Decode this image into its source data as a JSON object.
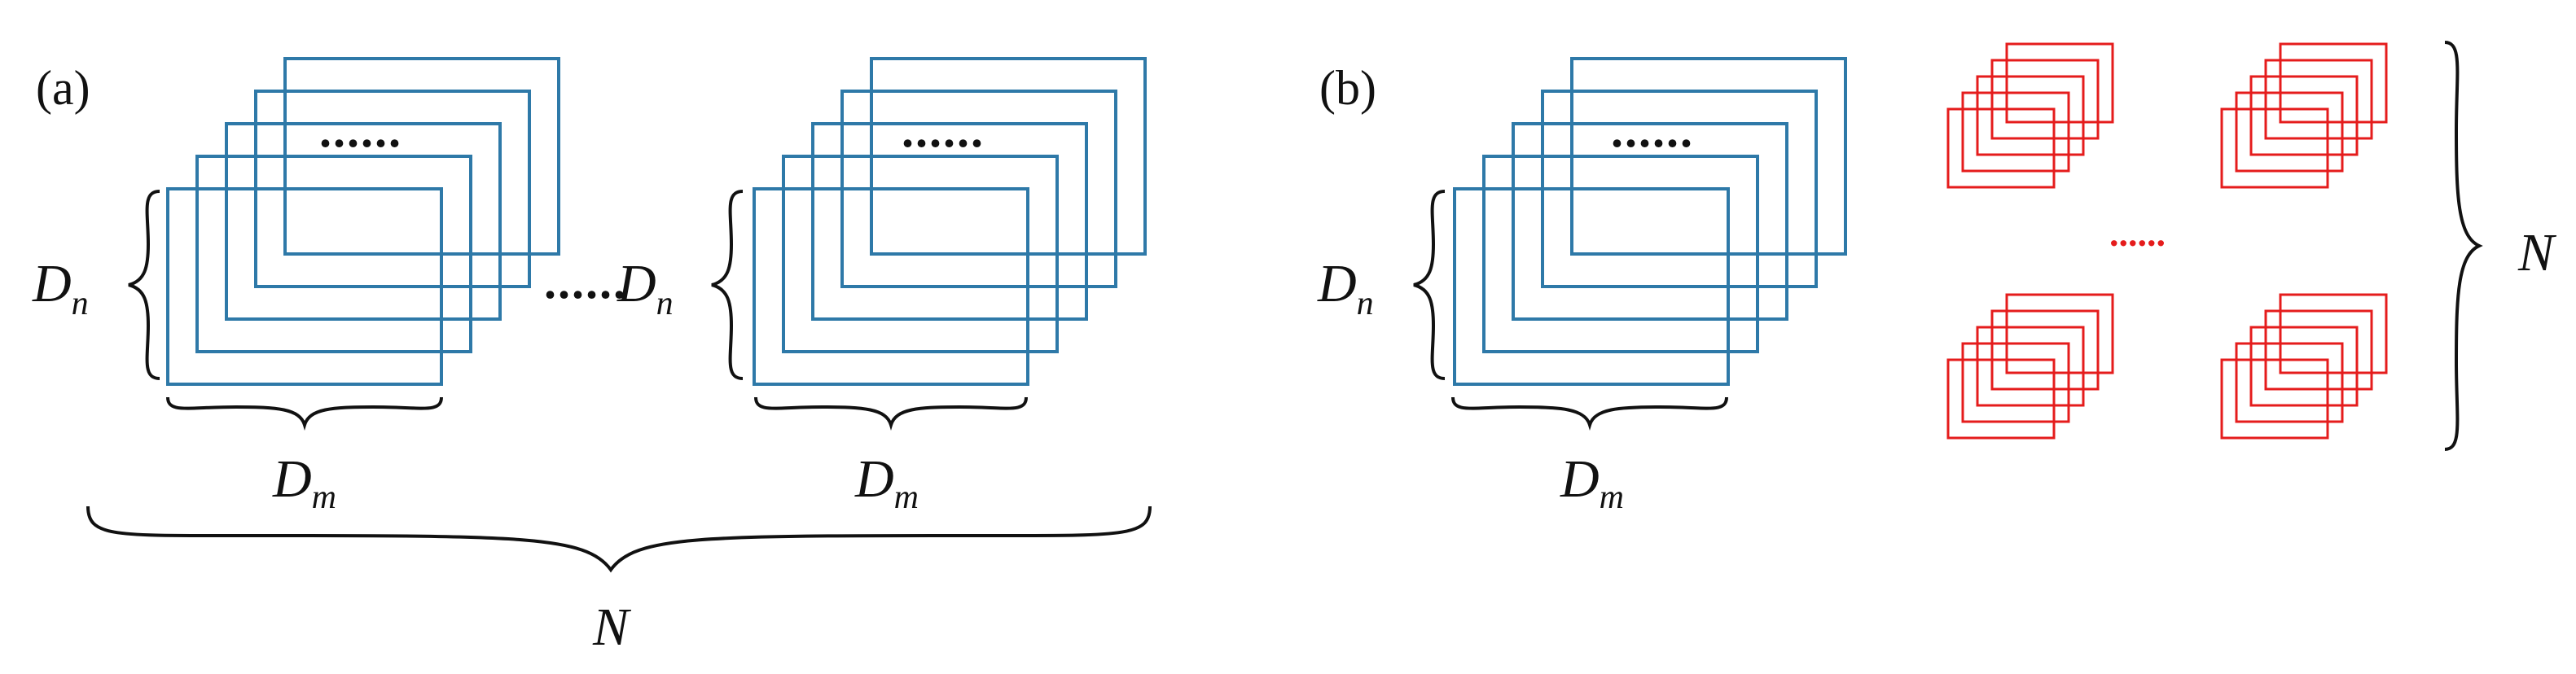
{
  "colors": {
    "blue_frames": "#2e79a8",
    "red_frames": "#e51c1c",
    "ink": "#111111",
    "background": "#ffffff"
  },
  "panel_a": {
    "label": "(a)",
    "inner_dots": "......",
    "between_dots": "......",
    "dn_label_base": "D",
    "dn_label_sub": "n",
    "dm_label_base": "D",
    "dm_label_sub": "m",
    "n_label": "N"
  },
  "panel_b": {
    "label": "(b)",
    "inner_dots": "......",
    "dn_label_base": "D",
    "dn_label_sub": "n",
    "dm_label_base": "D",
    "dm_label_sub": "m",
    "red_dots": "......",
    "n_label": "N"
  }
}
